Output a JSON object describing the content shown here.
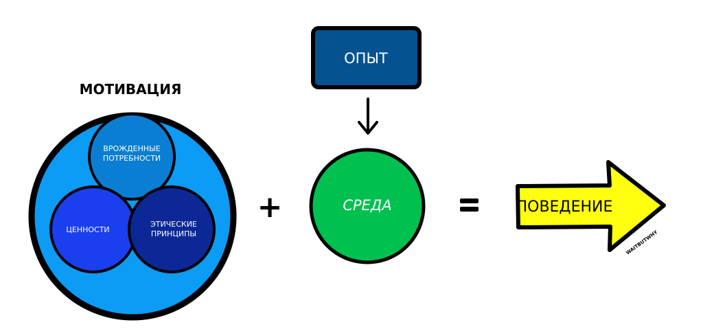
{
  "motivation": {
    "title": "МОТИВАЦИЯ",
    "fill": "#0C9BF5",
    "components": [
      {
        "label_lines": [
          "ВРОЖДЕННЫЕ",
          "ПОТРЕБНОСТИ"
        ],
        "fill": "#0A7ED2"
      },
      {
        "label_lines": [
          "ЦЕННОСТИ"
        ],
        "fill": "#1A3FEE"
      },
      {
        "label_lines": [
          "ЭТИЧЕСКИЕ",
          "ПРИНЦИПЫ"
        ],
        "fill": "#0B2896"
      }
    ]
  },
  "plus_sign": "+",
  "experience": {
    "label": "ОПЫТ",
    "fill": "#04528F"
  },
  "environment": {
    "label": "СРЕДА",
    "fill": "#00C04F"
  },
  "equals_sign": "=",
  "behavior": {
    "label": "ПОВЕДЕНИЕ",
    "fill": "#FFFF10"
  },
  "watermark": "WAITBUTWHY"
}
